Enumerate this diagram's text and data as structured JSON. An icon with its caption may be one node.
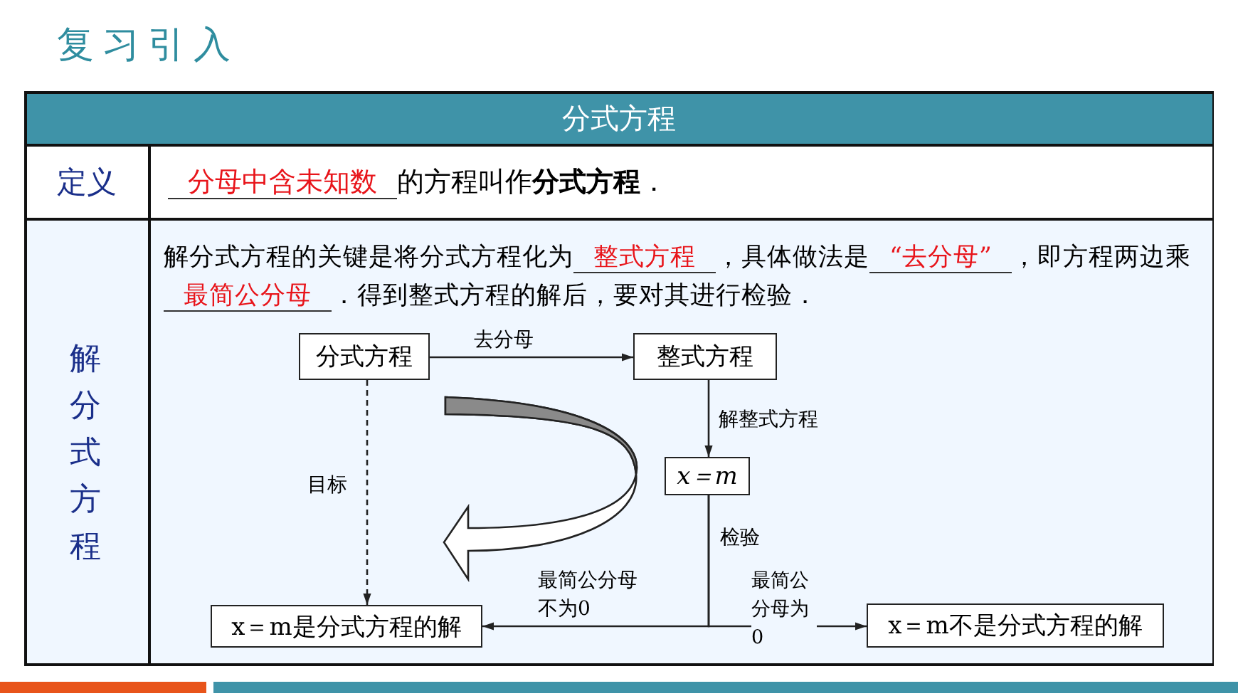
{
  "diagram": {
    "title": "复习引入",
    "nodes": [
      {
        "text": [
          "分式方程"
        ]
      },
      {
        "text": [
          "整式方程"
        ]
      },
      {
        "text": [
          "x＝m"
        ]
      },
      {
        "text": [
          "x＝m是分式方程的解"
        ]
      },
      {
        "text": [
          "x＝m不是分式方程的解"
        ]
      }
    ],
    "edges": [
      {
        "from": 0,
        "to": 1,
        "arrow": "to",
        "label": "去分母"
      },
      {
        "from": 1,
        "to": 2,
        "arrow": "to",
        "label": "解整式方程"
      },
      {
        "from": 0,
        "to": 3,
        "arrow": "to",
        "label": "目标",
        "style": "dashed"
      },
      {
        "from": 2,
        "to": 3,
        "arrow": "to",
        "label": "最简公分母不为0"
      },
      {
        "from": 2,
        "to": 4,
        "arrow": "to",
        "label": "最简公分母为0"
      }
    ],
    "labels": [
      "分式方程",
      "定义",
      "分母中含未知数",
      "的方程叫作**分式方程**．",
      "解分式方程",
      "解分式方程的关键是将分式方程化为",
      "整式方程",
      "，具体做法是",
      "“去分母”",
      "，即方程两边乘",
      "最简公分母",
      "．得到整式方程的解后，要对其进行检验．",
      "检验"
    ]
  }
}
